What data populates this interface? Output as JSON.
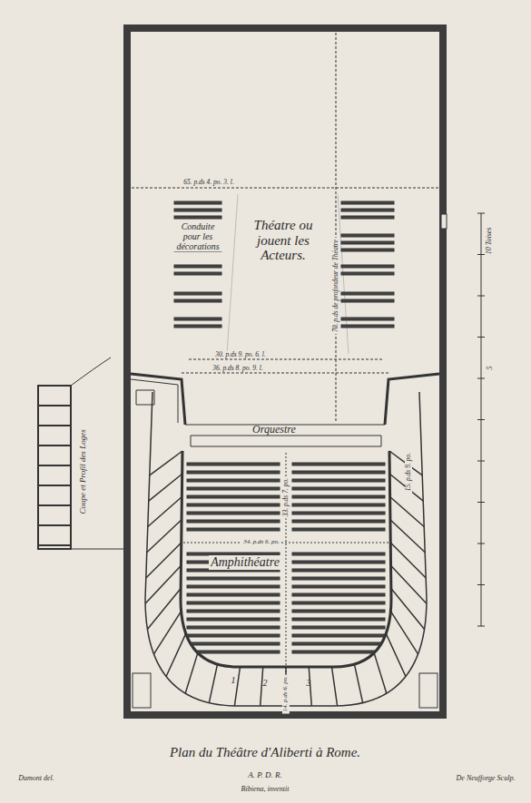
{
  "diagram": {
    "caption": "Plan du Théâtre d'Aliberti à Rome.",
    "labels": [
      "65. p.ds 4. po. 3. l.",
      "Théatre ou jouent les Acteurs.",
      "Conduite pour les décorations",
      "70. p.ds de profondeur de Théatre",
      "30. p.ds 9. po. 6. l.",
      "36. p.ds 8. po. 9. l.",
      "Orquestre",
      "33. p.ds 7. po.",
      "34. p.ds 6. po.",
      "Amphithéatre",
      "15. p.ds 9. po.",
      "14. p.ds 6. po.",
      "1",
      "2",
      "3",
      "Coupe et Profil des Loges",
      "10 Toises",
      "5",
      "Dumont del.",
      "A. P. D. R.",
      "Bibiena, inventit",
      "De Neufforge Sculp."
    ]
  }
}
